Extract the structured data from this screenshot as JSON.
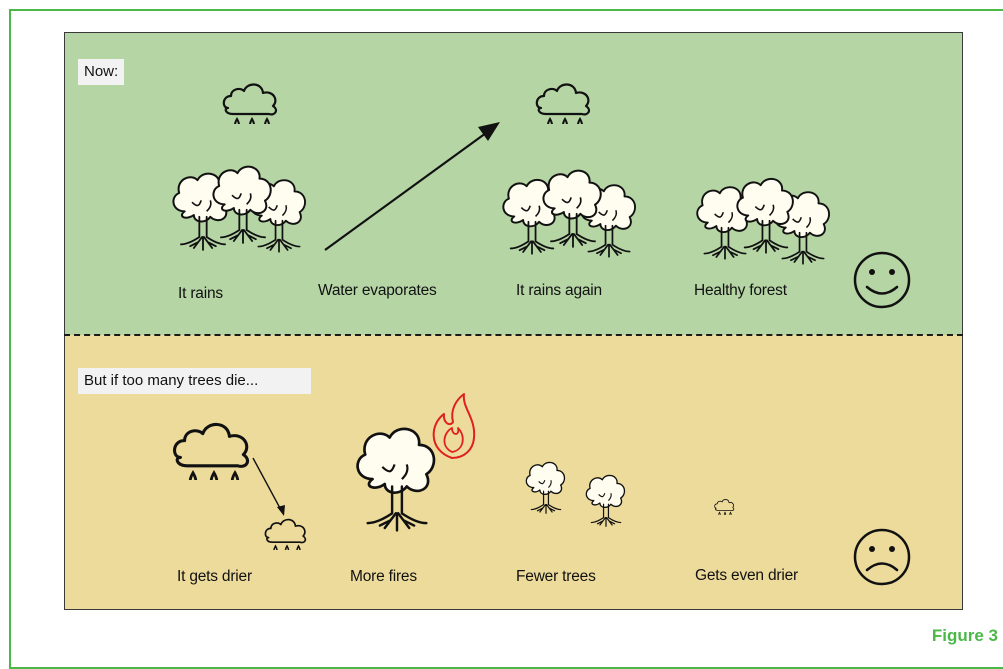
{
  "colors": {
    "border": "#4cb848",
    "top_panel": "#b5d5a5",
    "bottom_panel": "#eddb9b",
    "flame": "#e02020"
  },
  "top": {
    "header": "Now:",
    "labels": {
      "rains": "It rains",
      "evaporates": "Water evaporates",
      "rains_again": "It rains again",
      "healthy": "Healthy forest"
    },
    "face": "smiley-face-icon"
  },
  "bottom": {
    "header": "But if too many trees die...",
    "labels": {
      "drier": "It gets drier",
      "fires": "More fires",
      "fewer": "Fewer trees",
      "even_drier": "Gets even drier"
    },
    "face": "sad-face-icon"
  },
  "figure_label": "Figure 3"
}
